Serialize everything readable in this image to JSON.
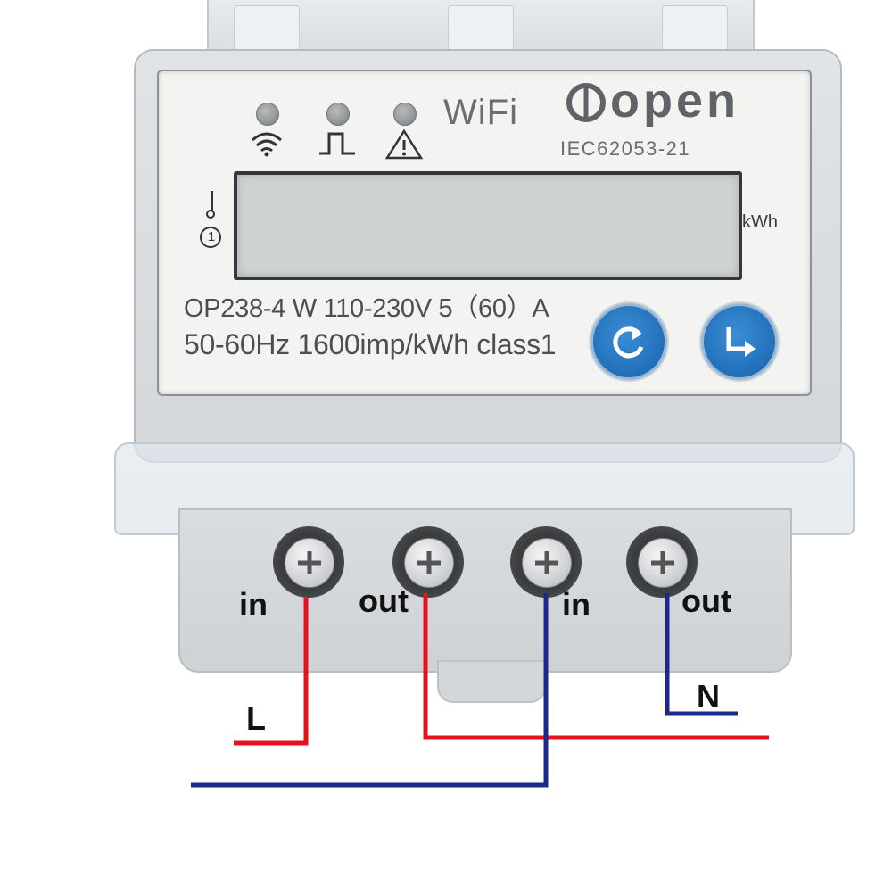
{
  "meter": {
    "wifi_label": "WiFi",
    "brand": "open",
    "standard": "IEC62053-21",
    "unit": "kWh",
    "spec_line1": "OP238-4 W 110-230V 5（60）A",
    "spec_line2": "50-60Hz 1600imp/kWh class1",
    "indicators": [
      {
        "name": "wifi",
        "icon": "wifi-icon"
      },
      {
        "name": "pulse",
        "icon": "pulse-icon"
      },
      {
        "name": "alarm",
        "icon": "warning-icon"
      }
    ],
    "buttons": [
      {
        "name": "reset",
        "icon": "refresh-icon"
      },
      {
        "name": "enter",
        "icon": "return-arrow-icon"
      }
    ],
    "switch_icon": "switch-position-icon",
    "switch_mark": "1"
  },
  "terminals": {
    "labels": [
      "in",
      "out",
      "in",
      "out"
    ]
  },
  "wires": {
    "live_label": "L",
    "neutral_label": "N",
    "live_color": "#e8101b",
    "neutral_color": "#1b2a8a"
  },
  "colors": {
    "button_blue": "#2a7ec8",
    "faceplate": "#f3f3f1",
    "housing": "#d8dbde"
  }
}
